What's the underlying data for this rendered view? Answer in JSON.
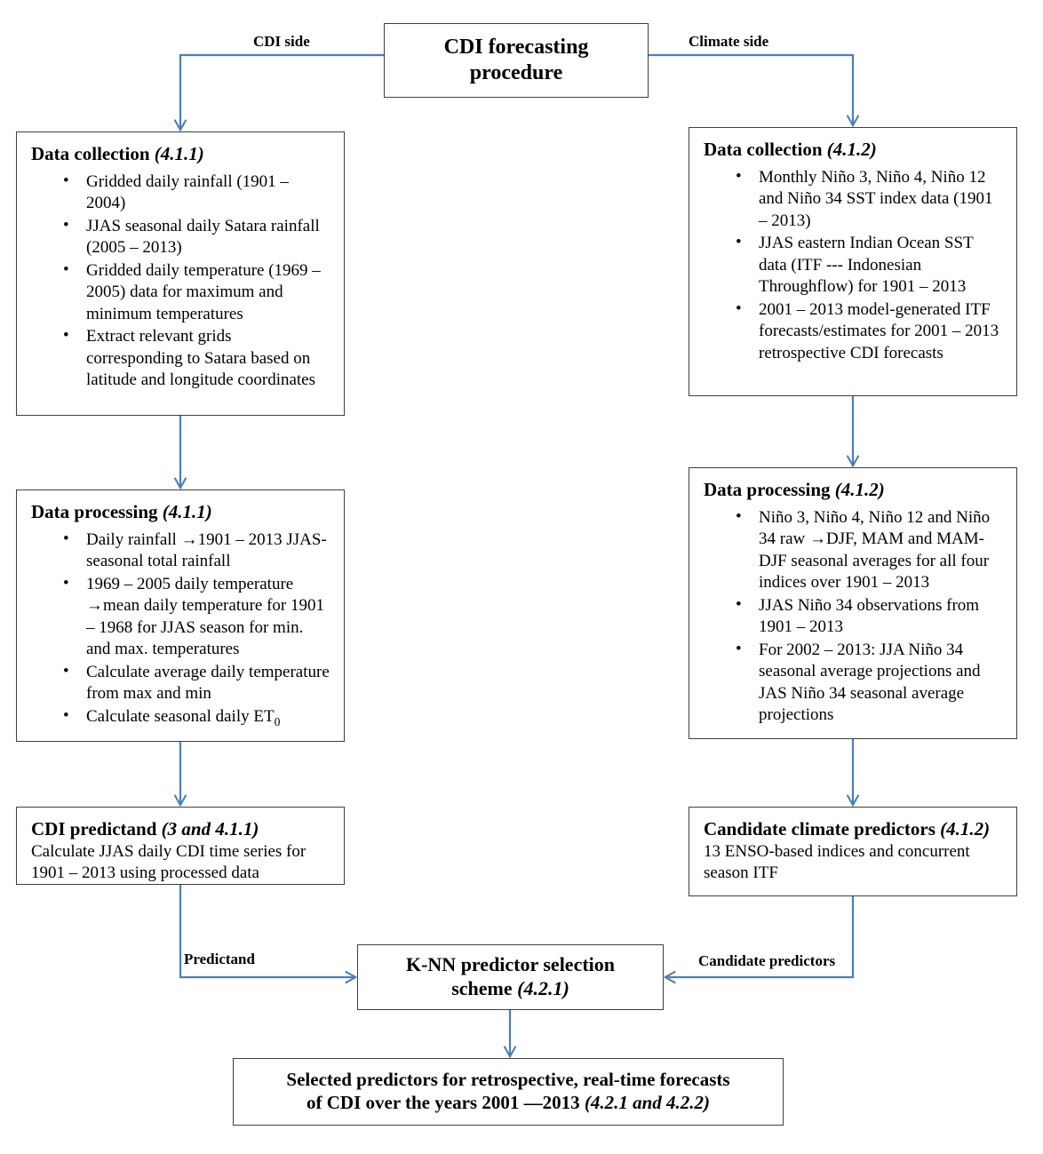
{
  "diagram": {
    "title": "CDI forecasting procedure flowchart",
    "accent_color": "#4A7EBB",
    "border_color": "#3f3f3f",
    "background": "#ffffff"
  },
  "nodes": {
    "root": {
      "line1": "CDI  forecasting",
      "line2": "procedure"
    },
    "data_collection_left": {
      "title": "Data collection  ",
      "section": "(4.1.1)",
      "bullets": [
        "Gridded daily rainfall (1901 – 2004)",
        "JJAS seasonal daily Satara rainfall (2005 – 2013)",
        "Gridded daily temperature (1969 – 2005) data for maximum and minimum temperatures",
        "Extract relevant grids corresponding to Satara based on latitude and longitude coordinates"
      ]
    },
    "data_collection_right": {
      "title": "Data collection  ",
      "section": "(4.1.2)",
      "bullets": [
        "Monthly Niño 3, Niño 4, Niño 12 and Niño 34 SST index data (1901 – 2013)",
        "JJAS eastern Indian Ocean SST data (ITF --- Indonesian Throughflow) for 1901 – 2013",
        "2001 – 2013 model-generated ITF forecasts/estimates for 2001 – 2013 retrospective CDI forecasts"
      ]
    },
    "data_processing_left": {
      "title": "Data processing ",
      "section": "(4.1.1)",
      "bullets": [
        "Daily rainfall →1901 – 2013 JJAS-seasonal total rainfall",
        "1969 – 2005 daily temperature →mean daily temperature for 1901 – 1968 for JJAS season for min. and max. temperatures",
        "Calculate average daily temperature from max and min",
        "Calculate seasonal daily ET"
      ],
      "et_subscript": "0"
    },
    "data_processing_right": {
      "title": "Data processing ",
      "section": "(4.1.2)",
      "bullets": [
        "Niño 3, Niño 4, Niño 12 and Niño 34 raw →DJF, MAM and MAM-DJF seasonal averages for all four indices over 1901 – 2013",
        "JJAS Niño 34 observations from 1901 – 2013",
        "For 2002 – 2013: JJA Niño 34 seasonal average projections and JAS Niño 34 seasonal average projections"
      ]
    },
    "cdi_predictand": {
      "title": "CDI predictand ",
      "section": "(3 and 4.1.1)",
      "body": "Calculate JJAS daily CDI time series for 1901 – 2013 using processed data"
    },
    "candidate_climate_predictors": {
      "title": "Candidate climate predictors",
      "section": "(4.1.2)",
      "body": "13 ENSO-based indices and concurrent season ITF"
    },
    "knn": {
      "line1": "K-NN predictor selection",
      "line2": "scheme ",
      "section": "(4.2.1)"
    },
    "final": {
      "line1": "Selected predictors for retrospective, real-time forecasts",
      "line2": "of CDI over the years 2001 —2013 ",
      "section": "(4.2.1 and 4.2.2)"
    }
  },
  "edge_labels": {
    "cdi_side": "CDI side",
    "climate_side": "Climate side",
    "predictand": "Predictand",
    "candidate_predictors": "Candidate predictors"
  }
}
